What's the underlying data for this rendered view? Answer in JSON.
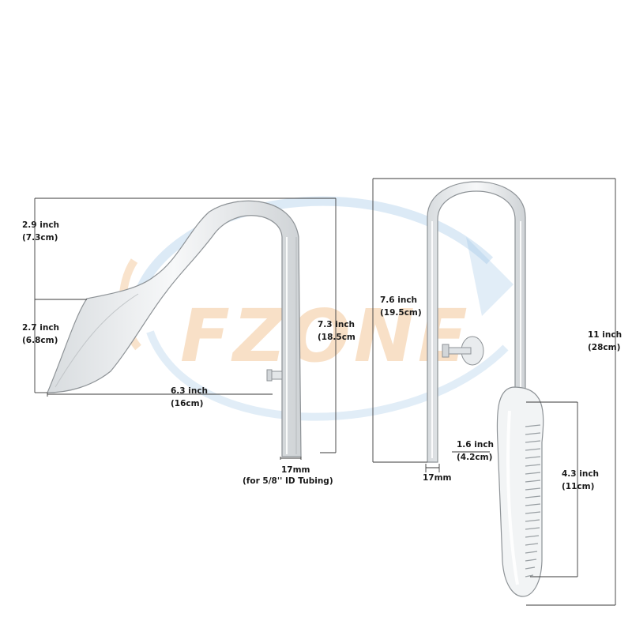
{
  "watermark": {
    "brand": "FZONE",
    "color": "#f4c89a",
    "swoosh_color": "#9cc4e4"
  },
  "left_pipe": {
    "height_top": {
      "inch": "2.9 inch",
      "cm": "(7.3cm)"
    },
    "height_bottom": {
      "inch": "2.7 inch",
      "cm": "(6.8cm)"
    },
    "width": {
      "inch": "6.3 inch",
      "cm": "(16cm)"
    },
    "leg_height": {
      "inch": "7.3 inch",
      "cm": "(18.5cm"
    },
    "diameter": {
      "mm": "17mm",
      "note": "(for 5/8'' ID Tubing)"
    }
  },
  "right_pipe": {
    "leg_height": {
      "inch": "7.6 inch",
      "cm": "(19.5cm)"
    },
    "total_height": {
      "inch": "11 inch",
      "cm": "(28cm)"
    },
    "intake_width": {
      "inch": "1.6 inch",
      "cm": "(4.2cm)"
    },
    "intake_length": {
      "inch": "4.3 inch",
      "cm": "(11cm)"
    },
    "diameter": {
      "mm": "17mm"
    }
  }
}
